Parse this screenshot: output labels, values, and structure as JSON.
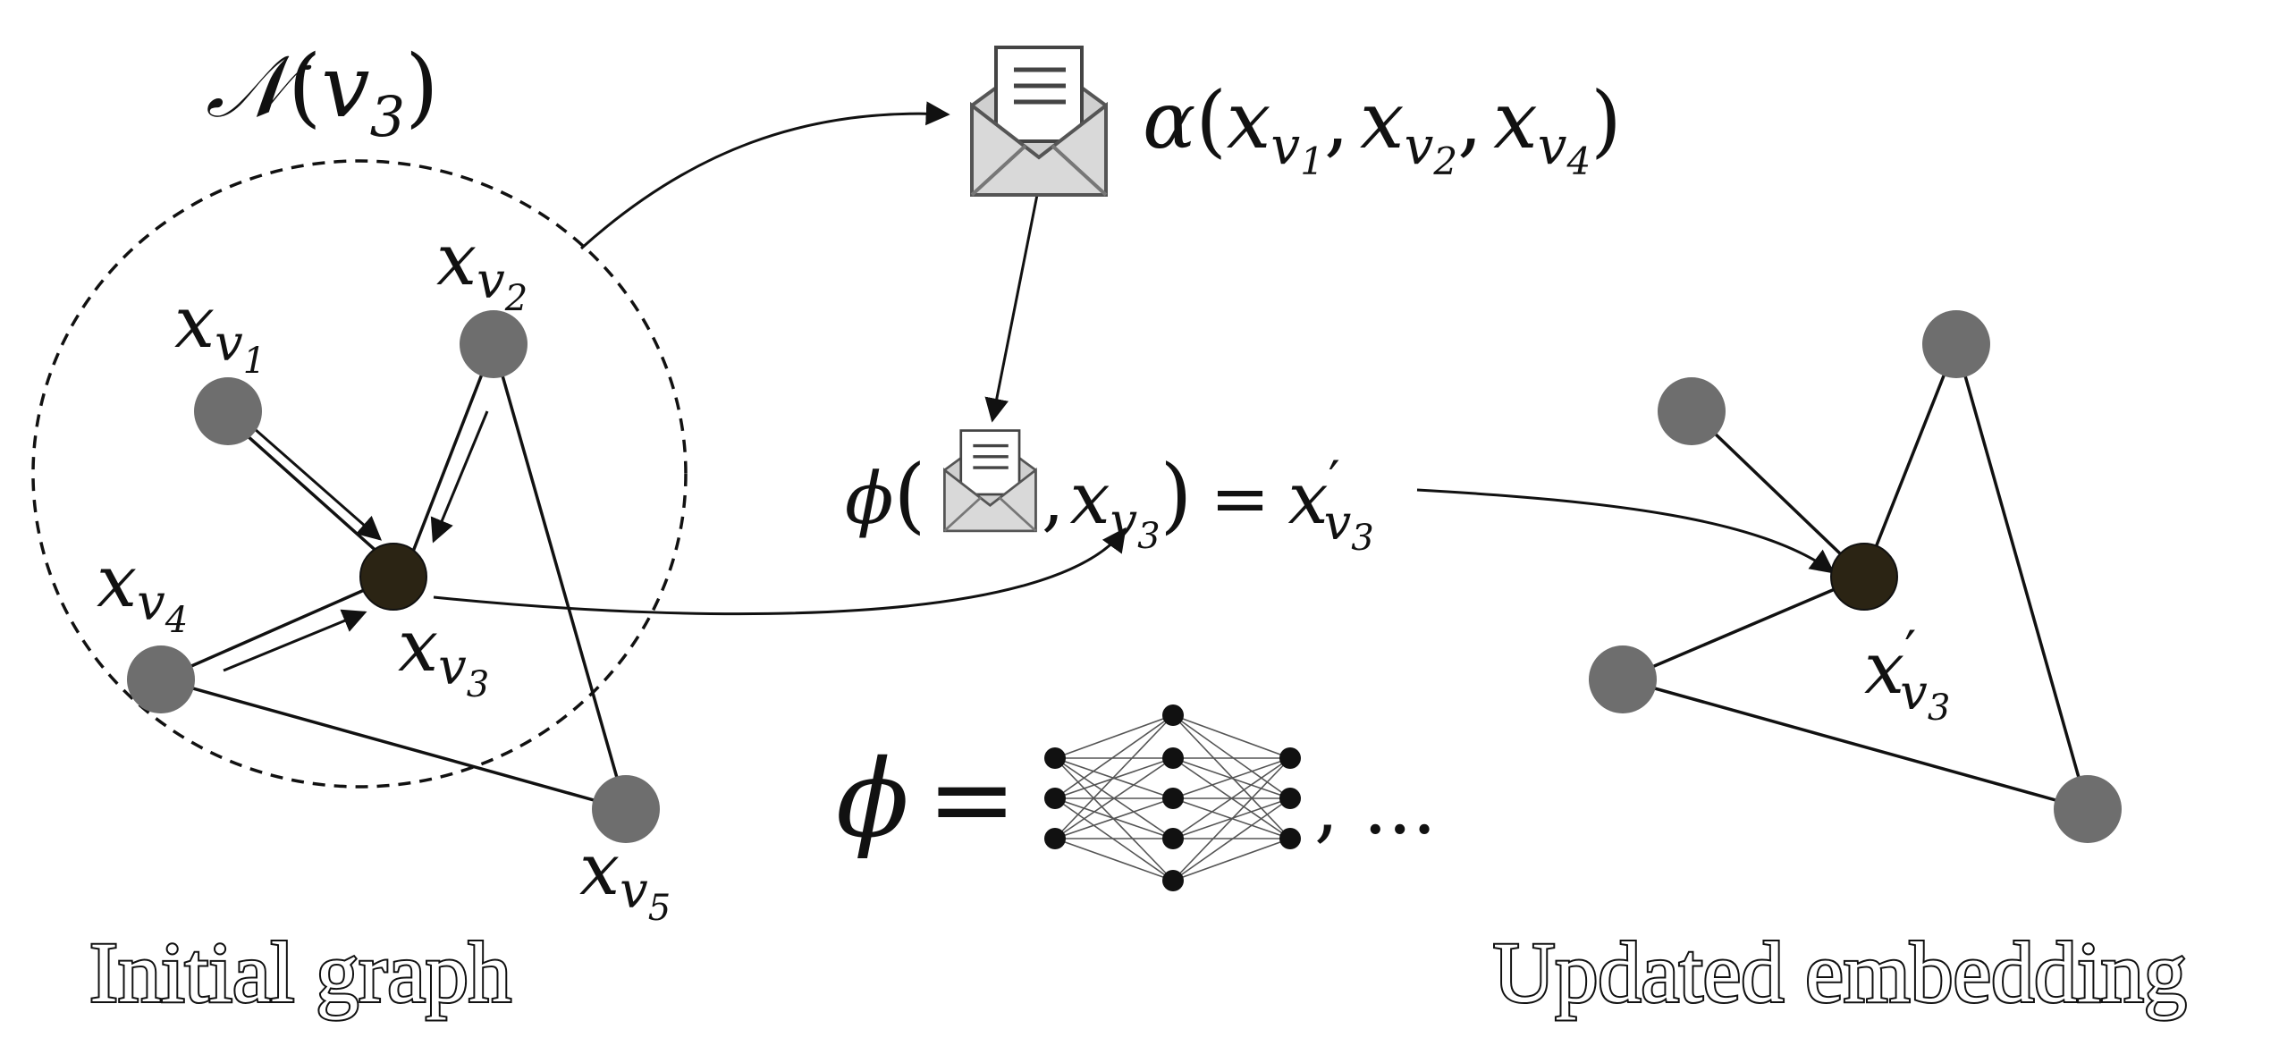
{
  "neighborhood_label": {
    "calN": "𝒩",
    "open": "(",
    "var": "v",
    "sub": "3",
    "close": ")"
  },
  "initial_graph": {
    "caption": "Initial graph",
    "nodes": [
      {
        "id": "v1",
        "var": "x",
        "sub": "v",
        "subsub": "1"
      },
      {
        "id": "v2",
        "var": "x",
        "sub": "v",
        "subsub": "2"
      },
      {
        "id": "v3",
        "var": "x",
        "sub": "v",
        "subsub": "3"
      },
      {
        "id": "v4",
        "var": "x",
        "sub": "v",
        "subsub": "4"
      },
      {
        "id": "v5",
        "var": "x",
        "sub": "v",
        "subsub": "5"
      }
    ]
  },
  "aggregation": {
    "func": "α",
    "open": "(",
    "args": [
      {
        "var": "x",
        "sub": "v",
        "subsub": "1"
      },
      {
        "var": "x",
        "sub": "v",
        "subsub": "2"
      },
      {
        "var": "x",
        "sub": "v",
        "subsub": "4"
      }
    ],
    "sep": ",",
    "close": ")",
    "icon": "envelope-icon"
  },
  "update": {
    "func": "ϕ",
    "open": "(",
    "icon": "envelope-icon",
    "sep": ",",
    "arg": {
      "var": "x",
      "sub": "v",
      "subsub": "3"
    },
    "close": ")",
    "equals": "=",
    "result": {
      "var": "x",
      "prime": "′",
      "sub": "v",
      "subsub": "3"
    }
  },
  "phi_definition": {
    "func": "ϕ",
    "equals": "=",
    "icon": "neural-network-icon",
    "suffix": ", ..."
  },
  "updated_graph": {
    "caption": "Updated embedding",
    "center_label": {
      "var": "x",
      "prime": "′",
      "sub": "v",
      "subsub": "3"
    }
  },
  "colors": {
    "node": "#6e6e6e",
    "center_node": "#2b2414",
    "line": "#111111",
    "envelope_fill": "#d4d4d4"
  }
}
